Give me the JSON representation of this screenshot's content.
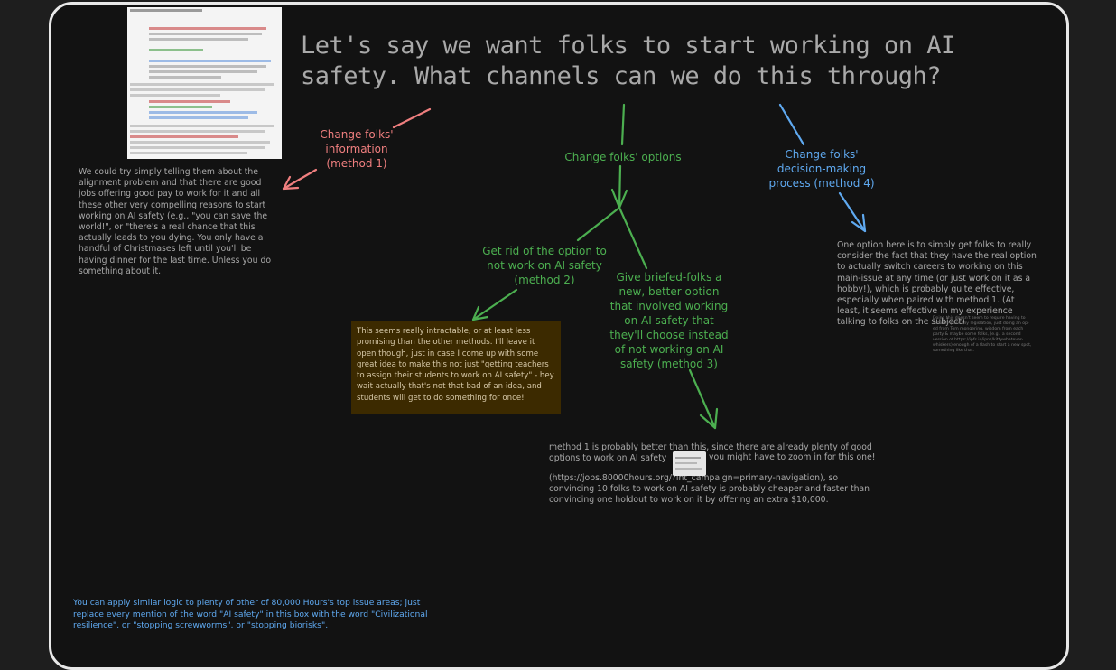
{
  "title": "Let's say we want folks to start working on AI safety. What channels can we do this through?",
  "method1": {
    "label": "Change folks' information (method 1)",
    "text": "We could try simply telling them about the alignment problem and that there are good jobs offering good pay to work for it and all these other very compelling reasons to start working on AI safety (e.g., \"you can save the world!\", or \"there's a real chance that this actually leads to you dying. You only have a handful of Christmases left until you'll be having dinner for the last time. Unless you do something about it."
  },
  "options": {
    "label": "Change folks' options"
  },
  "method2": {
    "label": "Get rid of the option to  not work on AI safety (method 2)",
    "note": "This seems really intractable, or at least less promising than the other methods. I'll leave it open though, just in case I come up with some great idea to make this not just \"getting teachers to assign their students to work on AI safety\" - hey wait actually that's not that bad of an idea, and students will get to do something for once!"
  },
  "method3": {
    "label": "Give briefed-folks a new, better option that involved working on AI safety that they'll choose instead of not working on AI safety (method 3)",
    "text_a": "method 1 is probably better than this, since there are already plenty of good options to work on AI safety",
    "text_b": "you might have to zoom in for this one!",
    "text_c": "(https://jobs.80000hours.org/?int_campaign=primary-navigation), so convincing 10 folks to work on AI safety is probably cheaper and faster than convincing one holdout to work on it by offering an extra $10,000."
  },
  "method4": {
    "label": "Change folks' decision-making process (method 4)",
    "text": "One option here is to simply get folks to really consider the fact that they have the real option to actually switch careers to working on this main-issue at any time (or just work on it as a hobby!), which is probably quite effective, especially when paired with method 1. (At least, it seems effective in my experience talking to folks on the subject)",
    "aside": "Doing this doesn't seem to require having to actually pass any legislation, just doing an op-ed from Tom mongering, wisdom from each party & maybe some folks, (e.g., a second version of https://ipfs.io/ipns/kittywhatever-whiskers) enough of a flash to start a new spot, something like that."
  },
  "footer": "You can apply similar logic to plenty of other of 80,000 Hours's top issue areas; just replace every mention of the word \"AI safety\" in this box with the word \"Civilizational resilience\", or \"stopping screwworms\", or \"stopping biorisks\".",
  "colors": {
    "red": "#f07f7f",
    "green": "#4caf50",
    "blue": "#5fa9f0",
    "grey": "#a8a8a8",
    "note_bg": "#3c2a00",
    "frame": "#e8e8e8"
  }
}
